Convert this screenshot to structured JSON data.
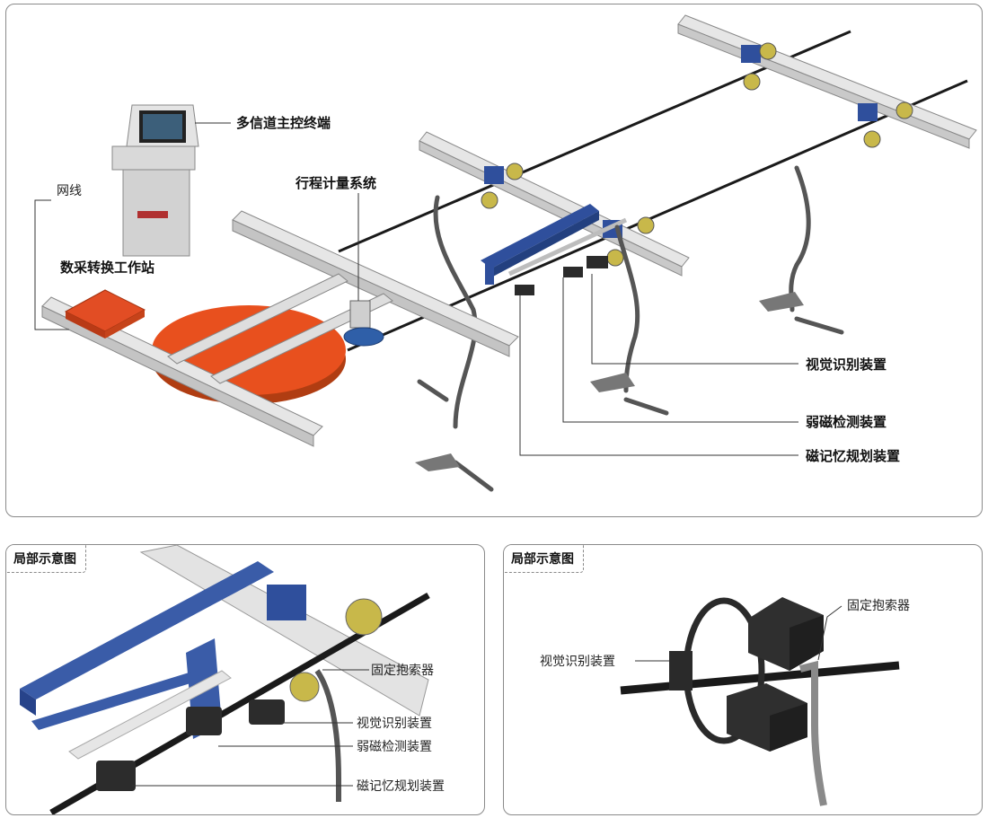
{
  "main": {
    "labels": {
      "terminal": "多信道主控终端",
      "network": "网线",
      "workstation": "数采转换工作站",
      "odometer": "行程计量系统",
      "vision": "视觉识别装置",
      "weak_magnetic": "弱磁检测装置",
      "magnetic_memory": "磁记忆规划装置"
    }
  },
  "detail_left": {
    "tag": "局部示意图",
    "labels": {
      "clamp": "固定抱索器",
      "vision": "视觉识别装置",
      "weak_magnetic": "弱磁检测装置",
      "magnetic_memory": "磁记忆规划装置"
    }
  },
  "detail_right": {
    "tag": "局部示意图",
    "labels": {
      "clamp": "固定抱索器",
      "vision": "视觉识别装置"
    }
  },
  "colors": {
    "blue_frame": "#2f4f9c",
    "red_orange": "#e8501e",
    "rail_gray": "#d9d9d9",
    "cable": "#1a1a1a",
    "wheel_yellow": "#c8b84a",
    "sensor_dark": "#3a3a3a"
  }
}
